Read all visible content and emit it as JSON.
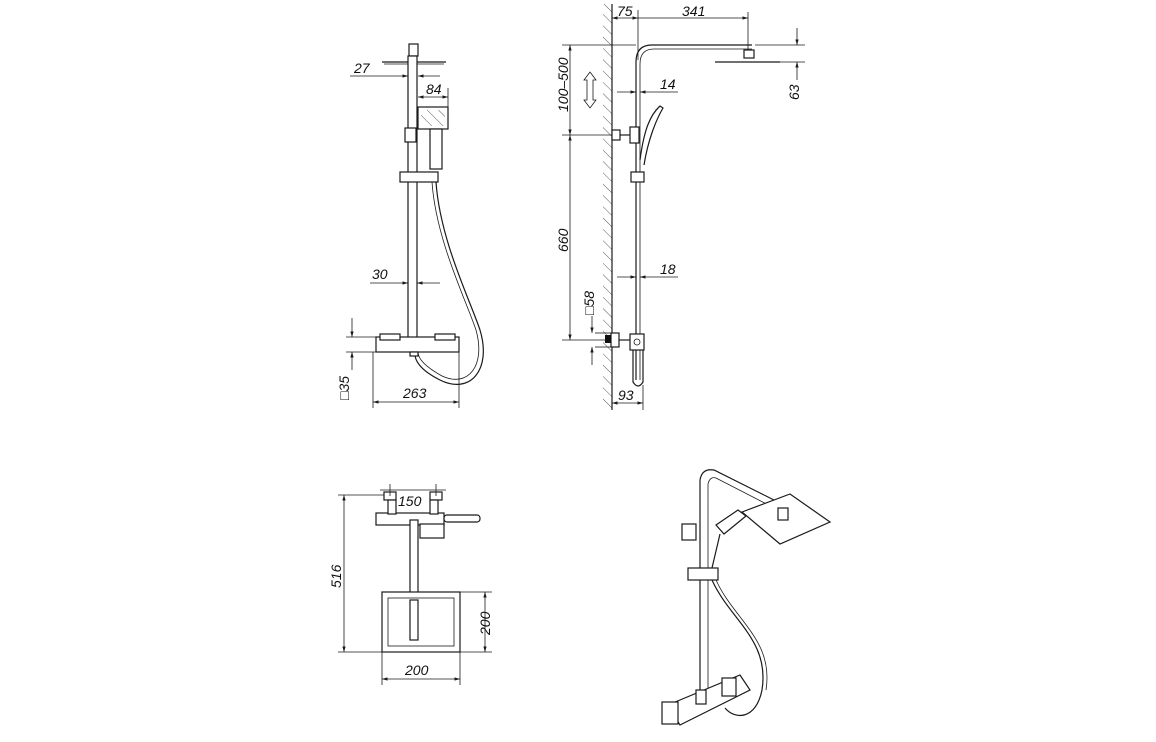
{
  "front_view": {
    "dims": {
      "head_rail": "27",
      "handset_width": "84",
      "rail_offset": "30",
      "valve_depth": "□35",
      "valve_width": "263"
    }
  },
  "side_view": {
    "dims": {
      "wall_to_rail": "75",
      "arm_length": "341",
      "rail_diameter_upper": "14",
      "head_height": "63",
      "adjust_range": "100–500",
      "rail_length": "660",
      "rail_diameter_lower": "18",
      "bracket": "□58",
      "valve_projection": "93"
    }
  },
  "plan_view": {
    "dims": {
      "centres": "150",
      "overall_depth": "516",
      "head_depth": "200",
      "head_width": "200"
    }
  },
  "colors": {
    "line": "#1a1a1a",
    "background": "#ffffff"
  }
}
